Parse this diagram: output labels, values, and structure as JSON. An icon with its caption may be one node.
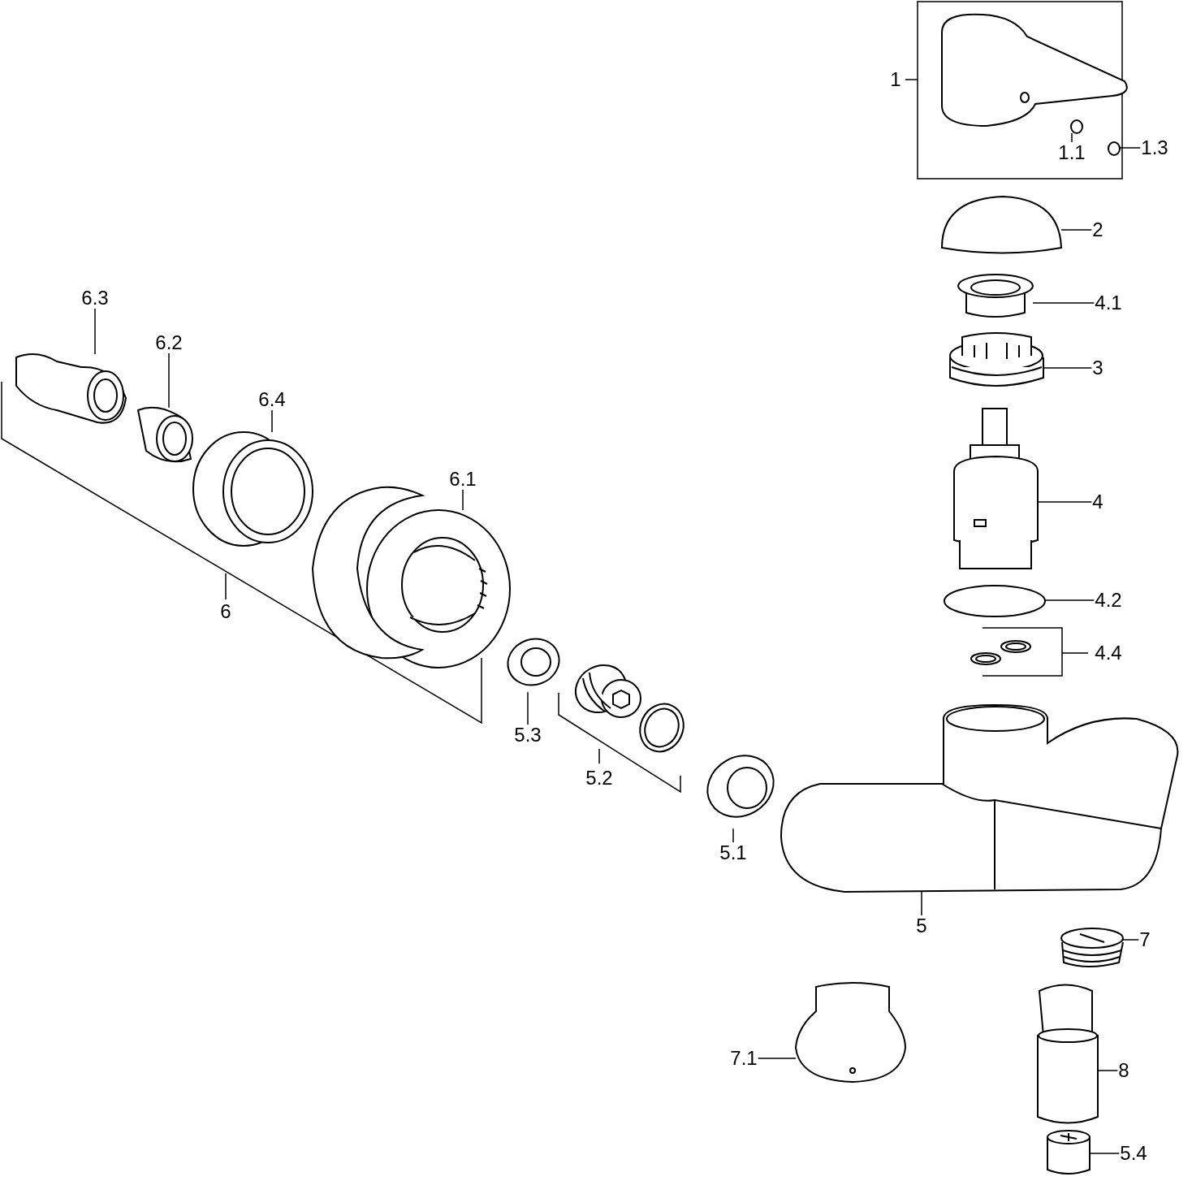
{
  "diagram": {
    "nodes": [
      {
        "text": [
          "1.1"
        ]
      },
      {
        "text": [
          "1.3"
        ]
      },
      {
        "text": [
          "2"
        ]
      },
      {
        "text": [
          "6.3"
        ]
      },
      {
        "text": [
          "4.1"
        ]
      },
      {
        "text": [
          "6.2"
        ]
      },
      {
        "text": [
          "3"
        ]
      },
      {
        "text": [
          "6.4"
        ]
      },
      {
        "text": [
          "6.1"
        ]
      },
      {
        "text": [
          "4"
        ]
      },
      {
        "text": [
          "4.2"
        ]
      },
      {
        "text": [
          "5.3"
        ]
      },
      {
        "text": [
          "5.1"
        ]
      },
      {
        "text": [
          "5"
        ]
      },
      {
        "text": [
          "7"
        ]
      },
      {
        "text": [
          "7.1"
        ]
      },
      {
        "text": [
          "8"
        ]
      },
      {
        "text": [
          "5.4"
        ]
      },
      {
        "text": [],
        "shape": "picture"
      },
      {
        "text": [],
        "shape": "picture"
      },
      {
        "text": [],
        "shape": "picture"
      },
      {
        "text": [],
        "shape": "picture"
      },
      {
        "text": [],
        "shape": "picture"
      },
      {
        "text": [],
        "shape": "picture"
      },
      {
        "text": [],
        "shape": "picture"
      },
      {
        "text": [],
        "shape": "picture"
      },
      {
        "text": [],
        "shape": "picture"
      },
      {
        "text": [],
        "shape": "picture"
      },
      {
        "text": [],
        "shape": "picture"
      },
      {
        "text": [],
        "shape": "picture"
      },
      {
        "text": [],
        "shape": "picture"
      },
      {
        "text": [],
        "shape": "picture"
      },
      {
        "text": [],
        "shape": "picture"
      },
      {
        "text": [],
        "shape": "picture"
      },
      {
        "text": [],
        "shape": "picture"
      },
      {
        "text": [],
        "shape": "picture"
      },
      {
        "text": [],
        "shape": "picture"
      },
      {
        "text": [],
        "shape": "picture"
      },
      {
        "text": [],
        "shape": "picture"
      },
      {
        "text": [],
        "shape": "picture"
      },
      {
        "text": [],
        "shape": "picture"
      },
      {
        "text": [],
        "shape": "picture"
      }
    ],
    "edges": [
      {
        "from": 0,
        "to": 19,
        "arrow": "none"
      },
      {
        "from": 1,
        "to": 20,
        "arrow": "none"
      },
      {
        "from": 2,
        "to": 21,
        "arrow": "none"
      },
      {
        "from": 3,
        "to": 23,
        "arrow": "none"
      },
      {
        "from": 4,
        "to": 22,
        "arrow": "none"
      },
      {
        "from": 5,
        "to": 24,
        "arrow": "none"
      },
      {
        "from": 6,
        "to": 25,
        "arrow": "none"
      },
      {
        "from": 7,
        "to": 26,
        "arrow": "none"
      },
      {
        "from": 8,
        "to": 27,
        "arrow": "none"
      },
      {
        "from": 9,
        "to": 28,
        "arrow": "none"
      },
      {
        "from": 10,
        "to": 29,
        "arrow": "none"
      },
      {
        "from": 11,
        "to": 32,
        "arrow": "none"
      },
      {
        "from": 12,
        "to": 35,
        "arrow": "none"
      },
      {
        "from": 13,
        "to": 36,
        "arrow": "none"
      },
      {
        "from": 14,
        "to": 37,
        "arrow": "none"
      },
      {
        "from": 15,
        "to": 38,
        "arrow": "none"
      },
      {
        "from": 16,
        "to": 39,
        "arrow": "none"
      },
      {
        "from": 17,
        "to": 40,
        "arrow": "none"
      }
    ],
    "labels": [
      "1",
      "6",
      "4.4",
      "5.2"
    ]
  }
}
